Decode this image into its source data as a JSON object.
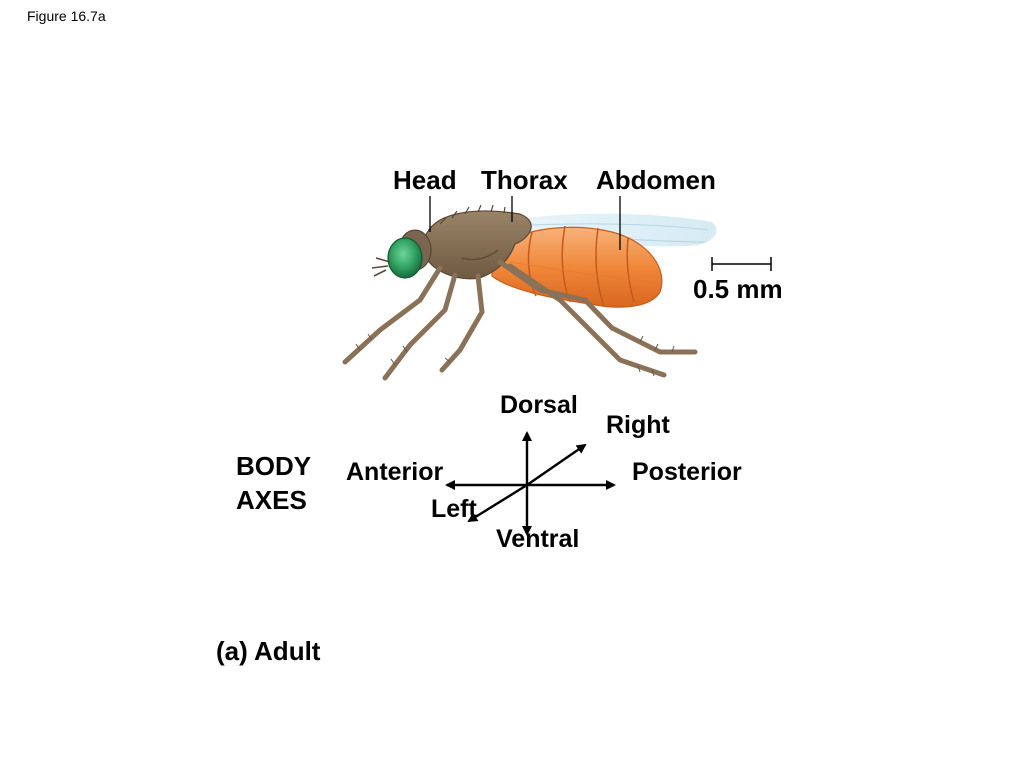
{
  "figure_number": "Figure 16.7a",
  "segments": {
    "head": "Head",
    "thorax": "Thorax",
    "abdomen": "Abdomen"
  },
  "scale_bar": "0.5 mm",
  "axes": {
    "title_line1": "BODY",
    "title_line2": "AXES",
    "dorsal": "Dorsal",
    "ventral": "Ventral",
    "anterior": "Anterior",
    "posterior": "Posterior",
    "left": "Left",
    "right": "Right"
  },
  "caption": "(a) Adult",
  "colors": {
    "eye": "#2fa060",
    "thorax": "#8a7258",
    "abdomen": "#f08a3a",
    "wing": "#dbeef6"
  }
}
